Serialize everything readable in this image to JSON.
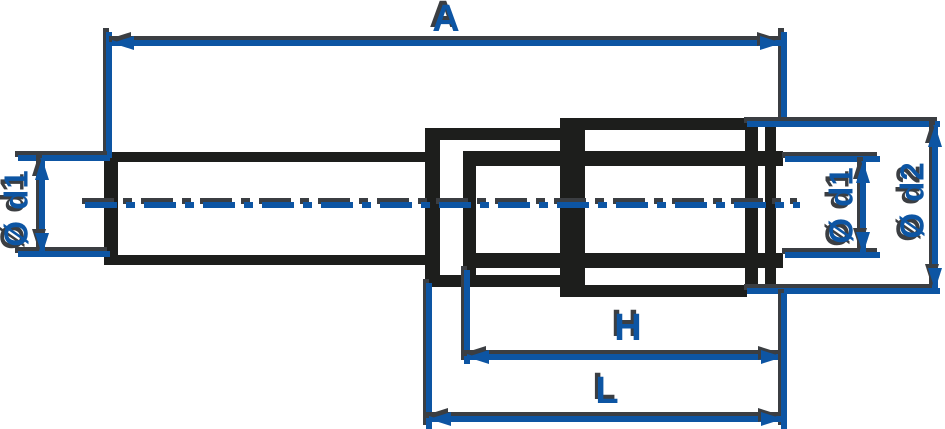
{
  "diagram": {
    "labels": {
      "overall_length": "A",
      "left_diameter": "Ø d1",
      "right_inner_diameter": "Ø d1",
      "right_outer_diameter": "Ø d2",
      "insertion_depth": "H",
      "socket_length": "L"
    },
    "colors": {
      "dimension_blue": "#0d55a3",
      "shadow_gray": "#3b3e42",
      "outline_black": "#1d1e1c",
      "background": "#ffffff"
    }
  }
}
